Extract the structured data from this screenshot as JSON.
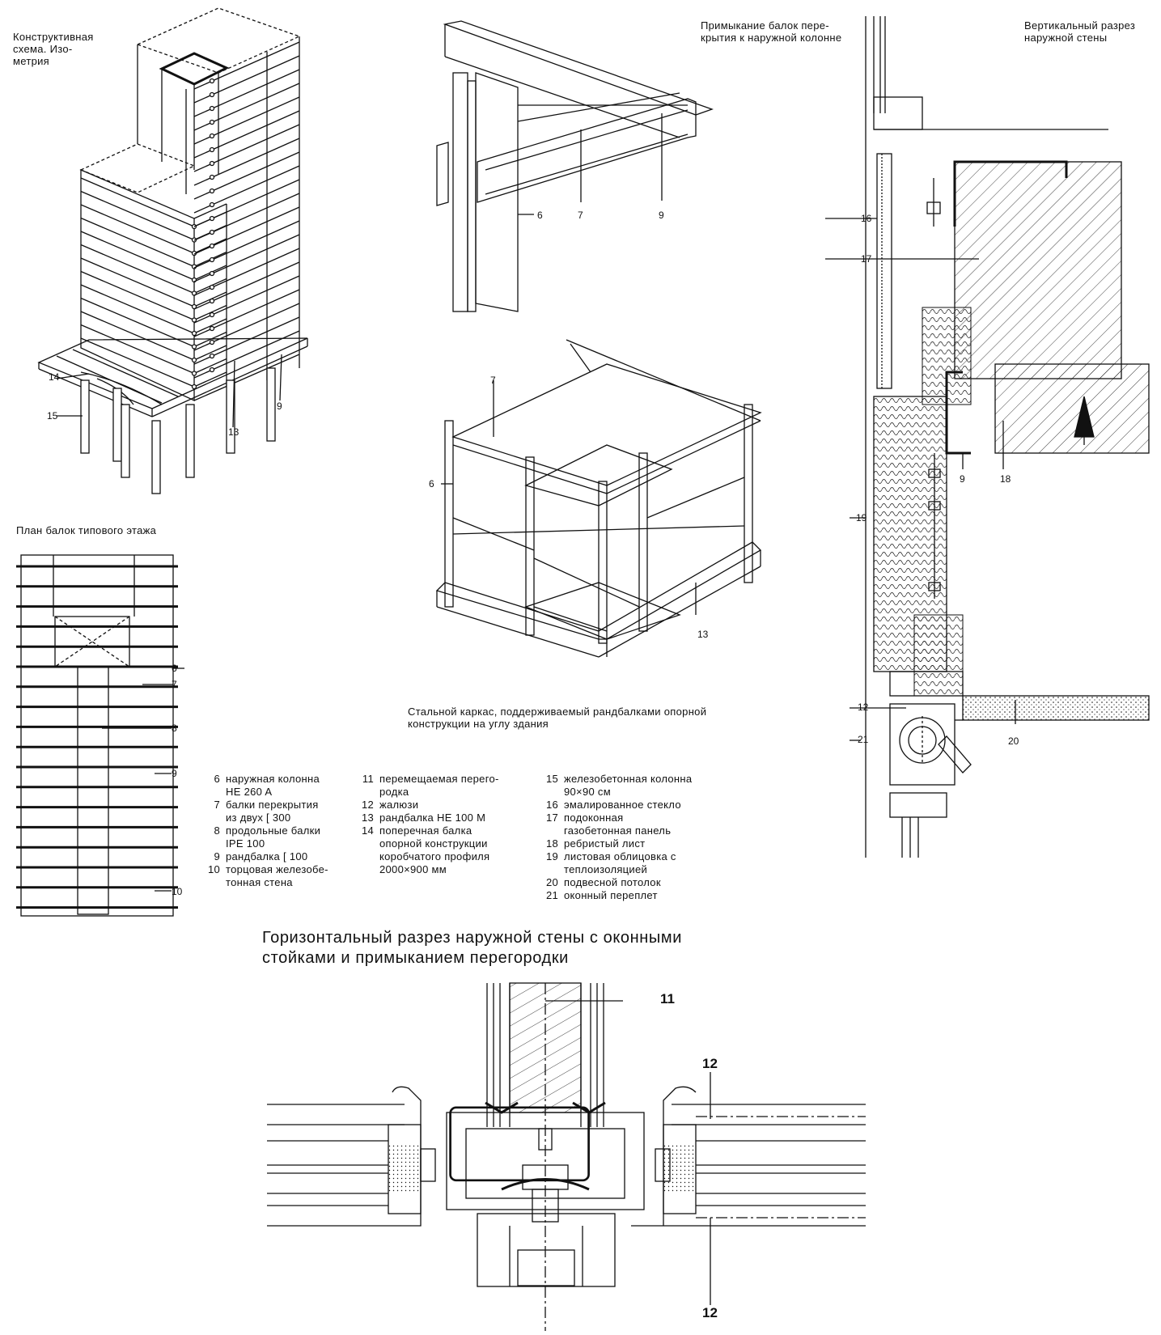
{
  "captions": {
    "isometry": "Конструктивная\nсхема. Изо-\nметрия",
    "beam_junction": "Примыкание балок пере-\nкрытия к наружной колонне",
    "vertical_section": "Вертикальный разрез\nнаружной стены",
    "floor_plan": "План балок типового этажа",
    "steel_frame": "Стальной каркас, поддерживаемый рандбалками опорной\nконструкции на углу здания",
    "horizontal_section": "Горизонтальный разрез наружной стены с оконными\nстойками и примыканием перегородки"
  },
  "legend": {
    "col1": [
      {
        "n": "6",
        "t": "наружная колонна\nHE 260 A"
      },
      {
        "n": "7",
        "t": "балки перекрытия\nиз двух [ 300"
      },
      {
        "n": "8",
        "t": "продольные балки\nIPE 100"
      },
      {
        "n": "9",
        "t": "рандбалка [ 100"
      },
      {
        "n": "10",
        "t": "торцовая железобе-\nтонная стена"
      }
    ],
    "col2": [
      {
        "n": "11",
        "t": "перемещаемая перего-\nродка"
      },
      {
        "n": "12",
        "t": "жалюзи"
      },
      {
        "n": "13",
        "t": "рандбалка HE 100 M"
      },
      {
        "n": "14",
        "t": "поперечная балка\nопорной конструкции\nкоробчатого профиля\n2000×900 мм"
      }
    ],
    "col3": [
      {
        "n": "15",
        "t": "железобетонная колонна\n90×90 см"
      },
      {
        "n": "16",
        "t": "эмалированное стекло"
      },
      {
        "n": "17",
        "t": "подоконная\nгазобетонная панель"
      },
      {
        "n": "18",
        "t": "ребристый лист"
      },
      {
        "n": "19",
        "t": "листовая облицовка с\nтеплоизоляцией"
      },
      {
        "n": "20",
        "t": "подвесной потолок"
      },
      {
        "n": "21",
        "t": "оконный переплет"
      }
    ]
  },
  "labels": {
    "iso": {
      "l14": "14",
      "l15": "15",
      "l13": "13",
      "l9": "9"
    },
    "junction": {
      "l6": "6",
      "l7": "7",
      "l9": "9"
    },
    "frame": {
      "l7": "7",
      "l6": "6",
      "l13": "13"
    },
    "plan": {
      "l6": "6",
      "l7": "7",
      "l8": "8",
      "l9": "9",
      "l10": "10"
    },
    "vsec": {
      "l16": "16",
      "l17": "17",
      "l9": "9",
      "l18": "18",
      "l19": "19",
      "l12": "12",
      "l21": "21",
      "l20": "20"
    },
    "hsec": {
      "l11": "11",
      "l12a": "12",
      "l12b": "12"
    }
  }
}
